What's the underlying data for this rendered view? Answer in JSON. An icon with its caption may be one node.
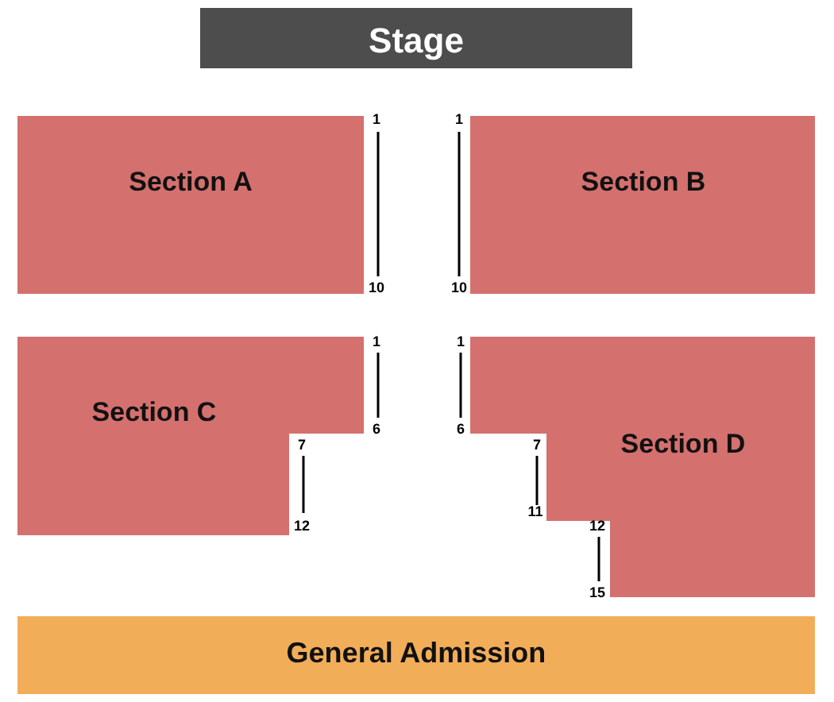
{
  "diagram": {
    "nodes": [
      {
        "text": [
          "Stage"
        ]
      },
      {
        "text": [
          "Section A"
        ]
      },
      {
        "text": [
          "Section B"
        ]
      },
      {
        "text": [
          "Section C"
        ]
      },
      {
        "text": [
          "Section D"
        ]
      },
      {
        "text": [
          "General Admission"
        ]
      }
    ],
    "labels": [
      "1",
      "1",
      "10",
      "10",
      "1",
      "1",
      "6",
      "6",
      "7",
      "7",
      "11",
      "12",
      "12",
      "15"
    ]
  }
}
